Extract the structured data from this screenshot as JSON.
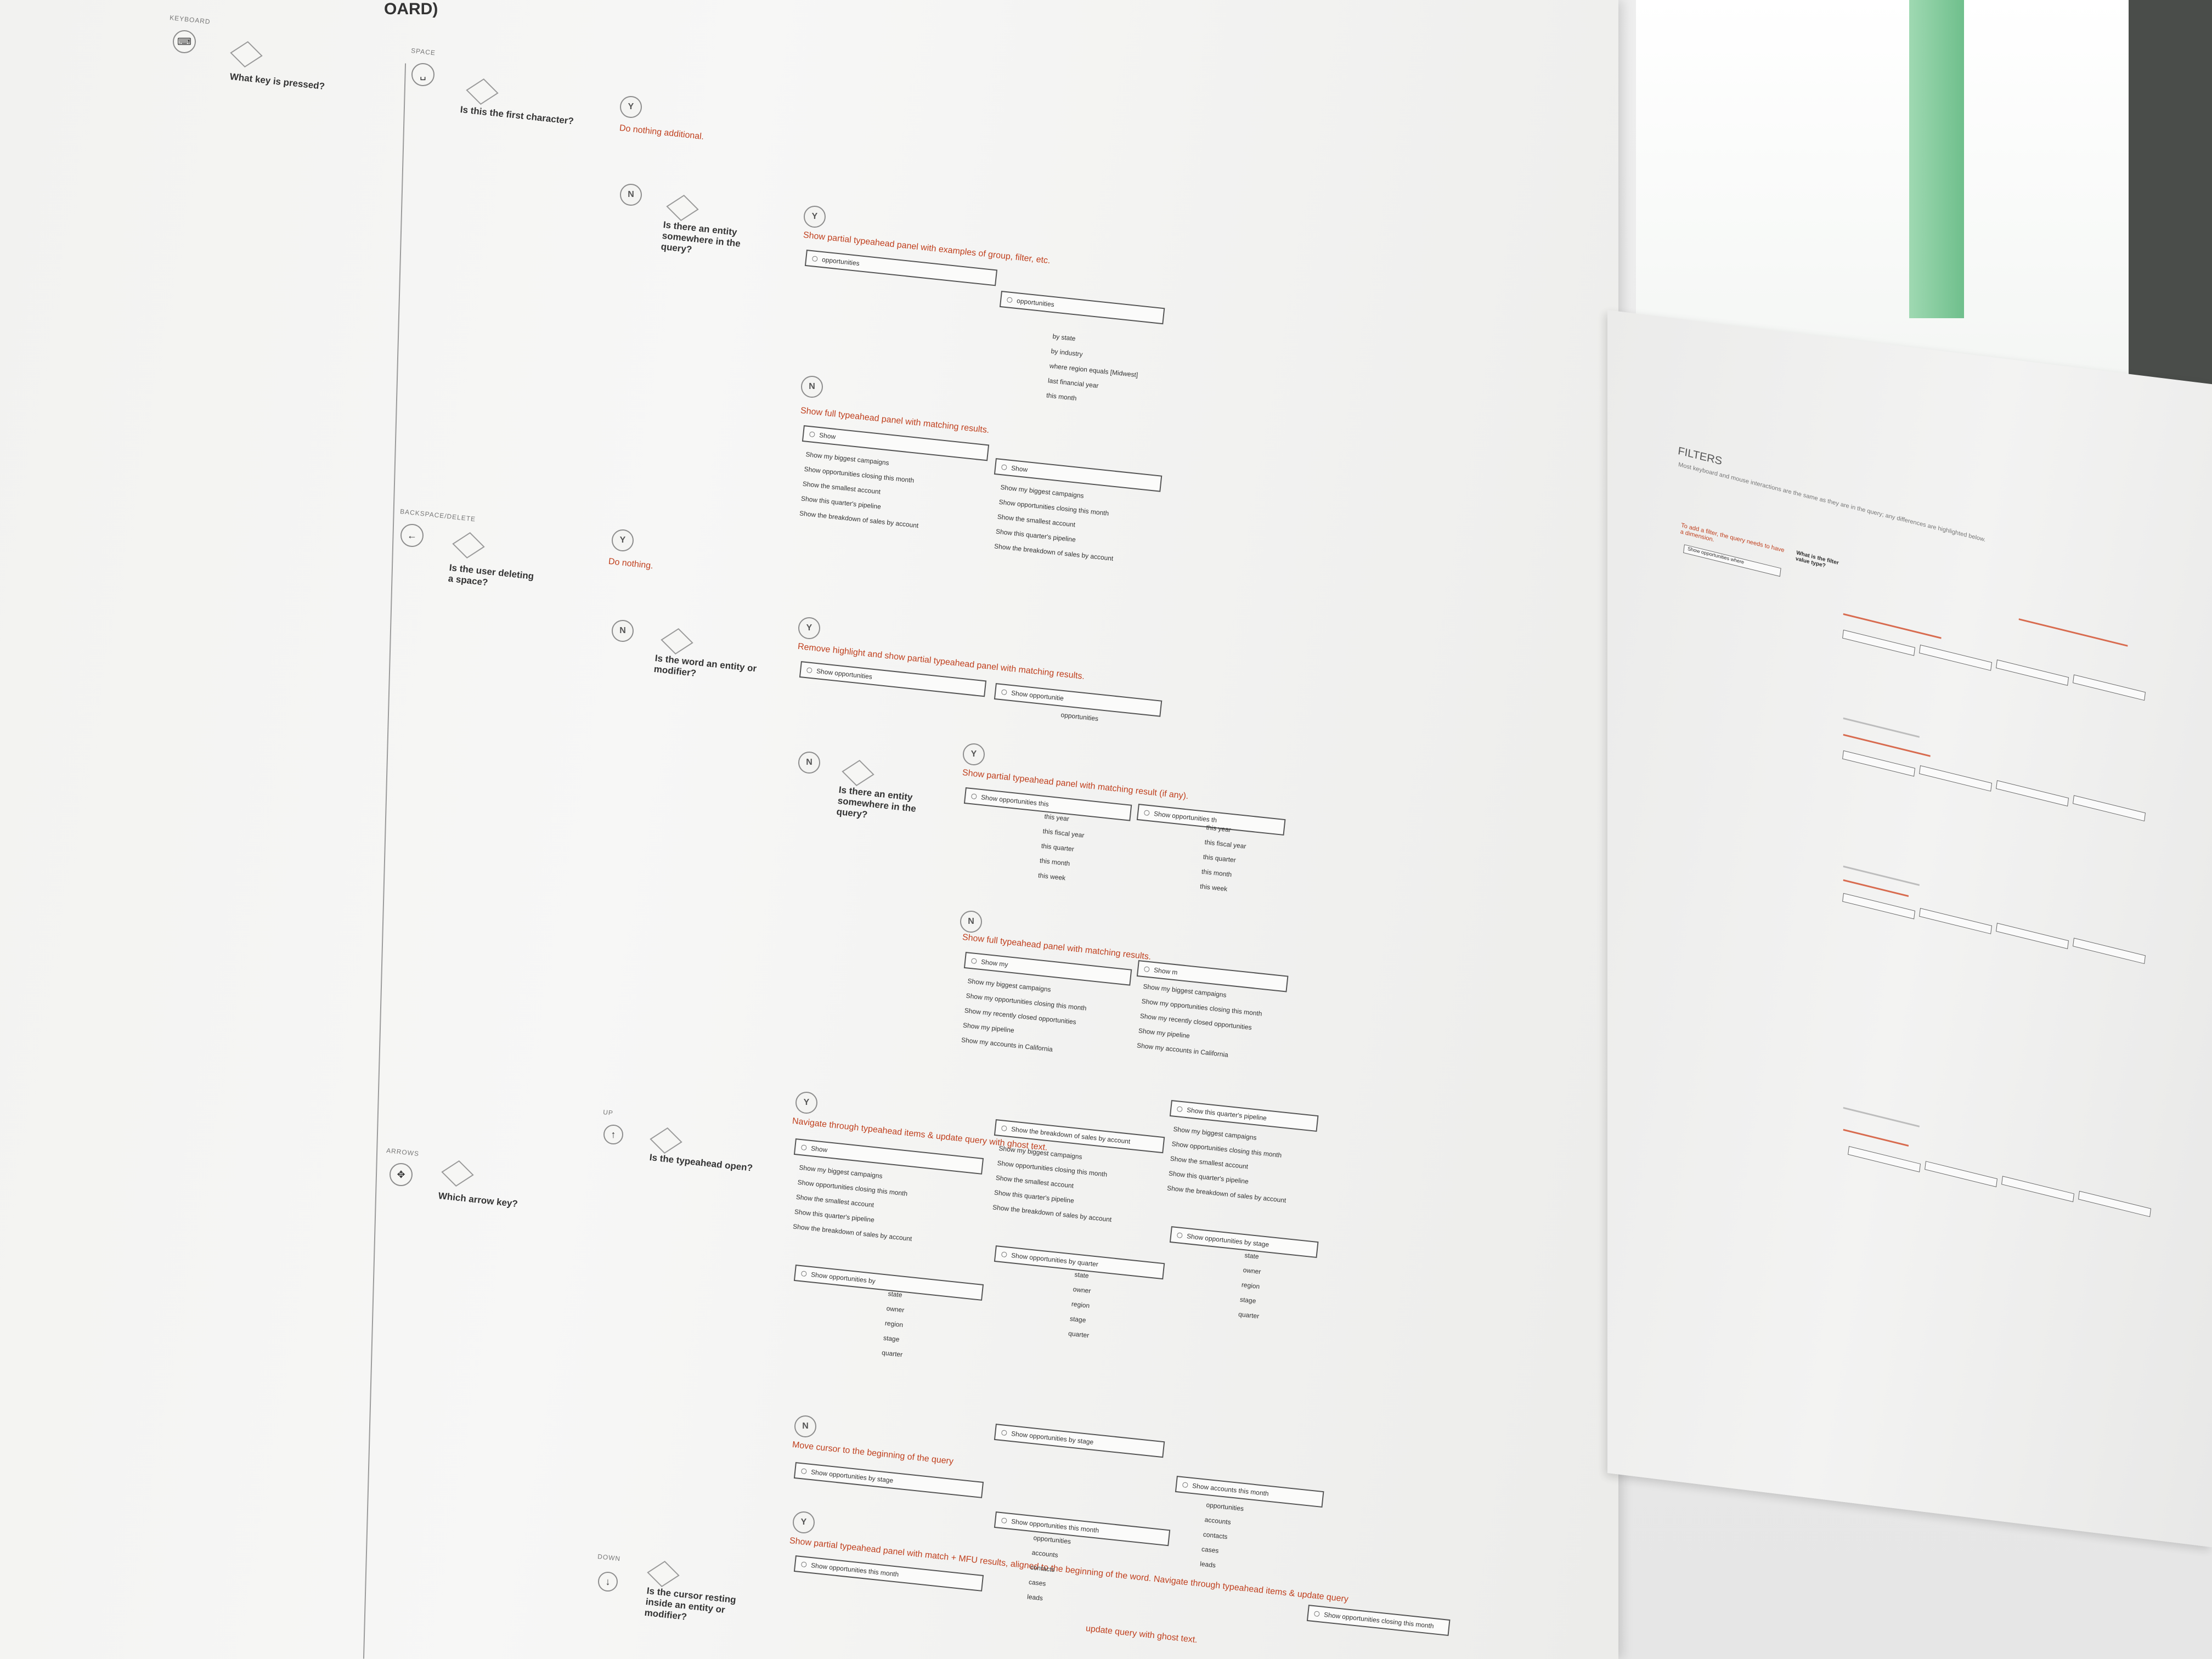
{
  "poster": {
    "title_fragment": "OARD)",
    "keyboard_label": "KEYBOARD",
    "root_question": "What key is pressed?",
    "space": {
      "label": "SPACE",
      "question": "Is this the first character?",
      "yes_result": "Do nothing additional.",
      "entity_question": "Is there an entity somewhere in the query?",
      "entity_yes_result": "Show partial typeahead panel with examples of group, filter, etc.",
      "entity_yes_input_a": "opportunities",
      "entity_yes_input_b": "opportunities",
      "entity_yes_items": [
        "by state",
        "by industry",
        "where region equals [Midwest]",
        "last financial year",
        "this month"
      ],
      "entity_no_result": "Show full typeahead panel with matching results.",
      "entity_no_input_a": "Show",
      "entity_no_input_b": "Show",
      "entity_no_items": [
        "Show my biggest campaigns",
        "Show opportunities closing this month",
        "Show the smallest account",
        "Show this quarter's pipeline",
        "Show the breakdown of sales by account"
      ]
    },
    "backspace": {
      "label": "BACKSPACE/DELETE",
      "question": "Is the user deleting a space?",
      "yes_result": "Do nothing.",
      "word_question": "Is the word an entity or modifier?",
      "word_yes_result": "Remove highlight and show partial typeahead panel with matching results.",
      "word_yes_input_a": "Show opportunities",
      "word_yes_input_b": "Show opportunitie",
      "word_yes_item": "opportunities",
      "entity_question": "Is there an entity somewhere in the query?",
      "entity_yes_result": "Show partial typeahead panel with matching result (if any).",
      "entity_yes_input_a": "Show opportunities this",
      "entity_yes_input_b": "Show opportunities th",
      "entity_yes_items_a": [
        "this year",
        "this fiscal year",
        "this quarter",
        "this month",
        "this week"
      ],
      "entity_yes_items_b": [
        "this year",
        "this fiscal year",
        "this quarter",
        "this month",
        "this week"
      ],
      "entity_no_result": "Show full typeahead panel with matching results.",
      "entity_no_input_a": "Show my",
      "entity_no_input_b": "Show m",
      "entity_no_items": [
        "Show my biggest campaigns",
        "Show my opportunities closing this month",
        "Show my recently closed opportunities",
        "Show my pipeline",
        "Show my accounts in California"
      ]
    },
    "arrows": {
      "label": "ARROWS",
      "question": "Which arrow key?",
      "up_label": "UP",
      "up_question": "Is the typeahead open?",
      "up_yes_result": "Navigate through typeahead items & update query with ghost text.",
      "up_input_a": "Show",
      "up_input_b": "Show the breakdown of sales by account",
      "up_input_c": "Show this quarter's pipeline",
      "up_items": [
        "Show my biggest campaigns",
        "Show opportunities closing this month",
        "Show the smallest account",
        "Show this quarter's pipeline",
        "Show the breakdown of sales by account"
      ],
      "up_input_d": "Show opportunities by",
      "up_input_e": "Show opportunities by quarter",
      "up_input_f": "Show opportunities by stage",
      "up_items_small": [
        "state",
        "owner",
        "region",
        "stage",
        "quarter"
      ],
      "up_no_result": "Move cursor to the beginning of the query",
      "up_no_input_a": "Show opportunities by stage",
      "up_no_input_b": "Show opportunities by stage",
      "down_label": "DOWN",
      "down_question": "Is the cursor resting inside an entity or modifier?",
      "down_yes_result": "Show partial typeahead panel with match + MFU results, aligned to the beginning of the word. Navigate through typeahead items & update query",
      "down_input_a": "Show opportunities this month",
      "down_input_b": "Show opportunities this month",
      "down_input_c": "Show accounts this month",
      "down_items": [
        "opportunities",
        "accounts",
        "contacts",
        "cases",
        "leads"
      ],
      "bottom_result": "update query with ghost text.",
      "bottom_input": "Show opportunities closing this month"
    }
  },
  "filters_poster": {
    "title": "FILTERS",
    "subtitle": "Most keyboard and mouse interactions are the same as they are in the query; any differences are highlighted below.",
    "left_note": "To add a filter, the query needs to have a dimension.",
    "left_input": "Show opportunities where",
    "question": "What is the filter value type?"
  },
  "colors": {
    "result_red": "#c0401e",
    "window_green": "#7fcb98"
  }
}
